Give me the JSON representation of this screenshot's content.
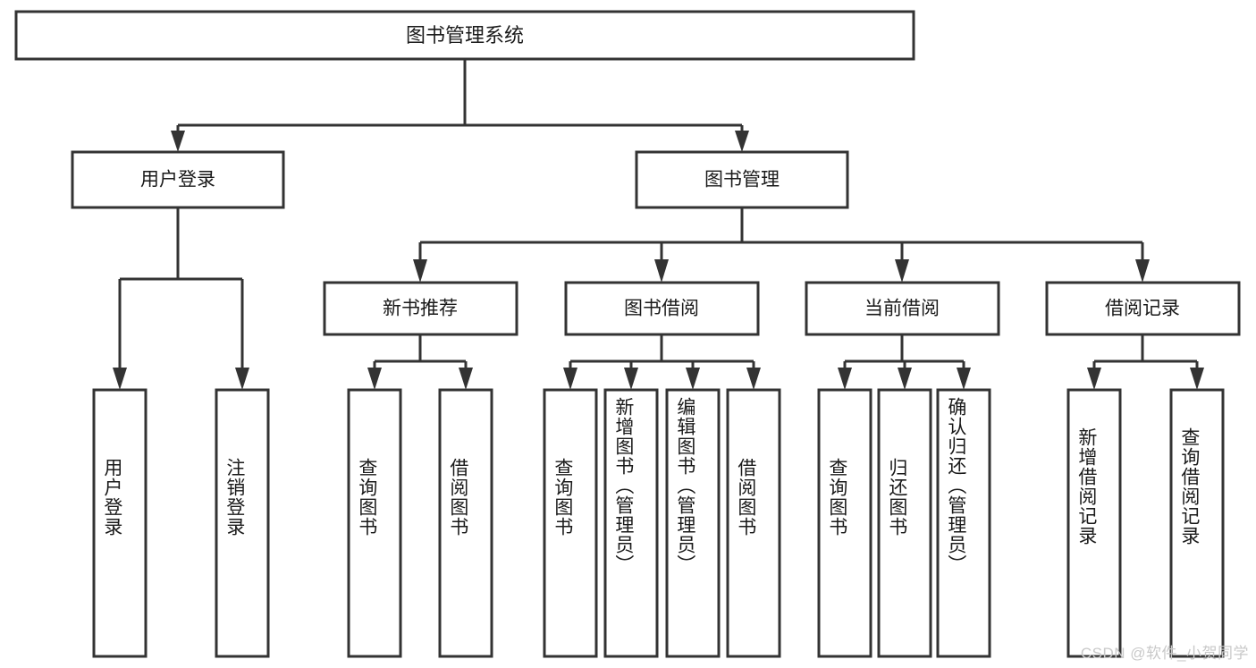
{
  "diagram": {
    "title": "图书管理系统",
    "type": "tree-hierarchy-diagram",
    "colors": {
      "stroke": "#333333",
      "box_fill": "#ffffff",
      "text": "#1a1a1a",
      "background": "#ffffff",
      "watermark": "#c9c9c9"
    },
    "root": {
      "label": "图书管理系统"
    },
    "level2": [
      {
        "label": "用户登录"
      },
      {
        "label": "图书管理"
      }
    ],
    "level3": [
      {
        "label": "新书推荐"
      },
      {
        "label": "图书借阅"
      },
      {
        "label": "当前借阅"
      },
      {
        "label": "借阅记录"
      }
    ],
    "leaves": {
      "user_login": [
        {
          "label": "用户登录"
        },
        {
          "label": "注销登录"
        }
      ],
      "new_book_recommend": [
        {
          "label": "查询图书"
        },
        {
          "label": "借阅图书"
        }
      ],
      "book_borrow": [
        {
          "label": "查询图书"
        },
        {
          "label": "新增图书（管理员）"
        },
        {
          "label": "编辑图书（管理员）"
        },
        {
          "label": "借阅图书"
        }
      ],
      "current_borrow": [
        {
          "label": "查询图书"
        },
        {
          "label": "归还图书"
        },
        {
          "label": "确认归还（管理员）"
        }
      ],
      "borrow_record": [
        {
          "label": "新增借阅记录"
        },
        {
          "label": "查询借阅记录"
        }
      ]
    }
  },
  "watermark": {
    "text": "CSDN @软件_小贺同学"
  }
}
